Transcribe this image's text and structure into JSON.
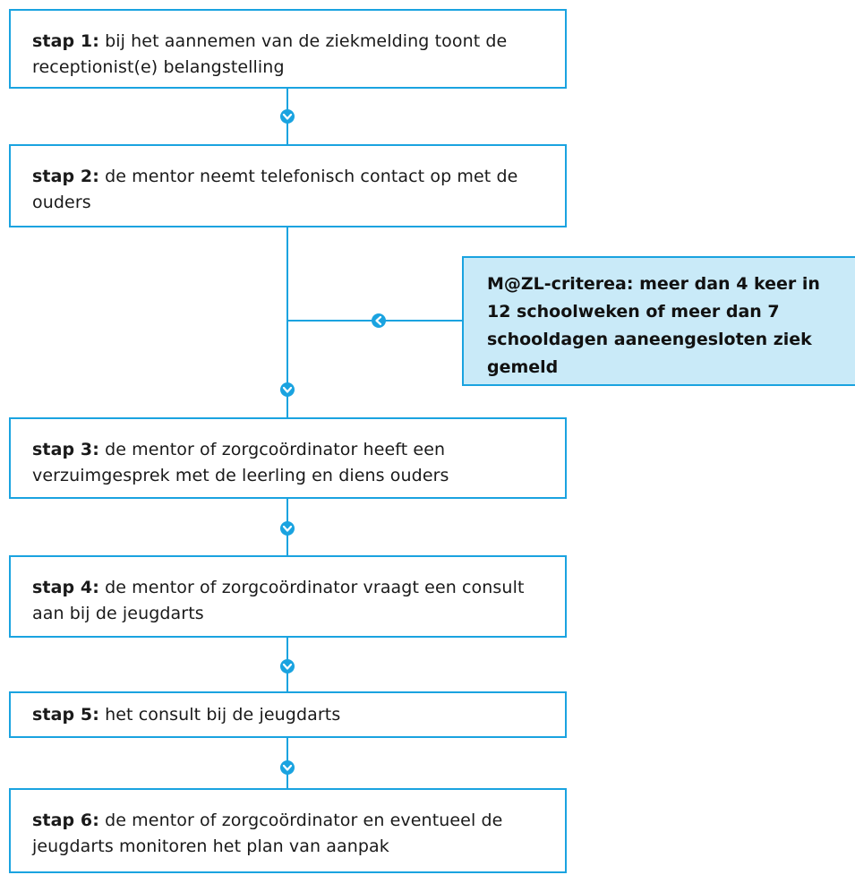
{
  "steps": [
    {
      "label": "stap 1:",
      "text": "bij het aannemen van de ziekmelding toont de receptionist(e) belangstelling"
    },
    {
      "label": "stap 2:",
      "text": "de mentor neemt telefonisch contact op met de ouders"
    },
    {
      "label": "stap 3:",
      "text": "de mentor of zorgcoördinator heeft een verzuimgesprek met de leerling en diens ouders"
    },
    {
      "label": "stap 4:",
      "text": "de mentor of zorgcoördinator vraagt een consult aan bij de jeugdarts"
    },
    {
      "label": "stap 5:",
      "text": "het consult bij de jeugdarts"
    },
    {
      "label": "stap 6:",
      "text": "de mentor of zorgcoördinator en eventueel de jeugdarts monitoren het plan van aanpak"
    }
  ],
  "criteria": {
    "text": "M@ZL-criterea: meer dan 4 keer in 12 schoolweken of meer dan 7 schooldagen aaneengesloten ziek gemeld"
  },
  "colors": {
    "line": "#1aa3e0",
    "criteria_fill": "#c9eaf8",
    "border": "#1aa3e0"
  },
  "icons": {
    "arrow_down": "chevron-down-circle-icon",
    "arrow_left": "chevron-left-circle-icon"
  }
}
